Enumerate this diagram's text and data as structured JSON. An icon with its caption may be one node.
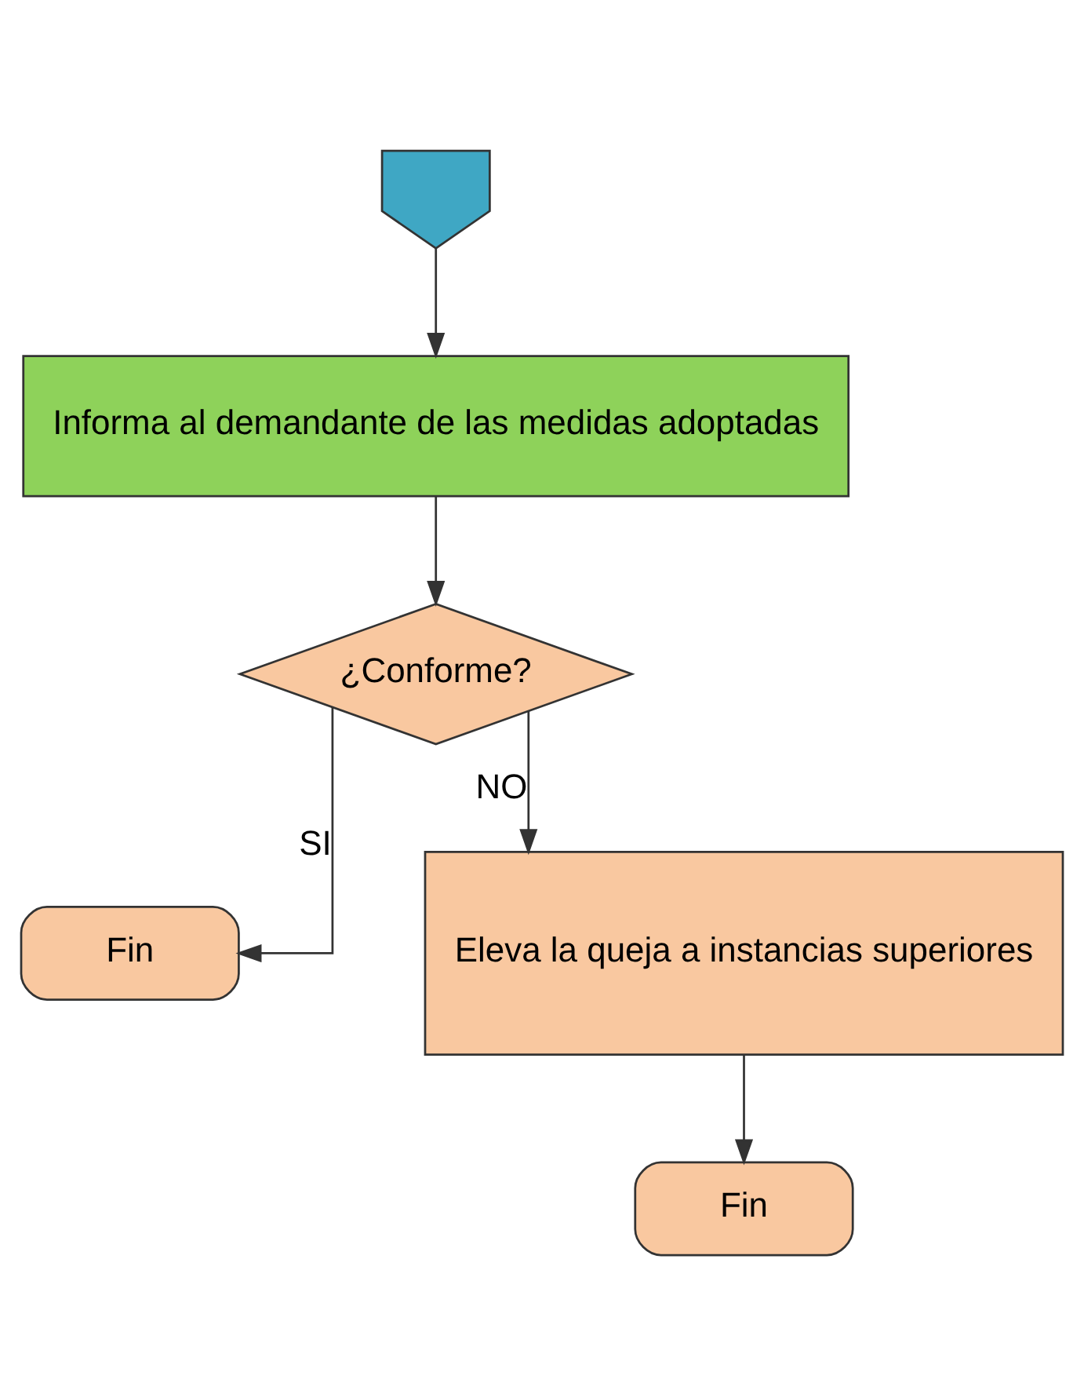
{
  "diagram": {
    "nodes": [
      {
        "text": [],
        "shape": "pentagon"
      },
      {
        "text": [
          "Informa al demandante de las medidas adoptadas"
        ]
      },
      {
        "text": [
          "¿Conforme?"
        ]
      },
      {
        "text": [
          "Fin"
        ]
      },
      {
        "text": [
          "Eleva la queja a instancias superiores"
        ]
      },
      {
        "text": [
          "Fin"
        ]
      }
    ],
    "edges": [
      {
        "from": 0,
        "to": 1,
        "arrow": "to"
      },
      {
        "from": 1,
        "to": 2,
        "arrow": "to"
      },
      {
        "from": 2,
        "to": 3,
        "arrow": "to",
        "label": "SI"
      },
      {
        "from": 2,
        "to": 4,
        "arrow": "to",
        "label": "NO"
      },
      {
        "from": 4,
        "to": 5,
        "arrow": "to"
      }
    ]
  }
}
